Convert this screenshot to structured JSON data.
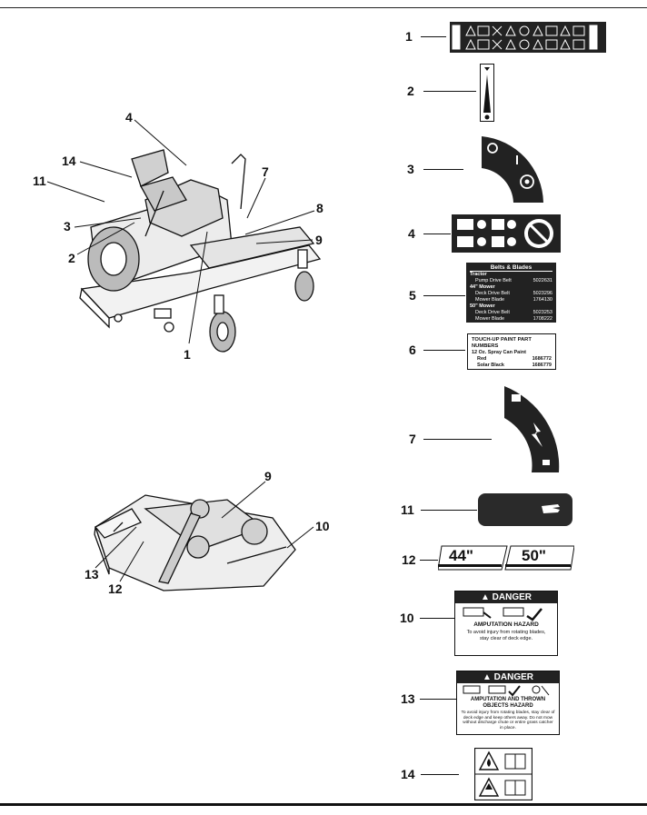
{
  "callouts_left_mower": [
    "4",
    "14",
    "11",
    "7",
    "3",
    "8",
    "2",
    "9",
    "1"
  ],
  "callouts_left_deck": [
    "9",
    "10",
    "13",
    "12"
  ],
  "decal_numbers": [
    "1",
    "2",
    "3",
    "4",
    "5",
    "6",
    "7",
    "11",
    "12",
    "10",
    "13",
    "14"
  ],
  "decal5": {
    "title": "Belts & Blades",
    "rows": [
      {
        "label": "Tractor",
        "value": ""
      },
      {
        "label": "Pump Drive Belt",
        "value": "5022631"
      },
      {
        "label": "44\" Mower",
        "value": ""
      },
      {
        "label": "Deck Drive Belt",
        "value": "5023296"
      },
      {
        "label": "Mower Blade",
        "value": "1764130"
      },
      {
        "label": "50\" Mower",
        "value": ""
      },
      {
        "label": "Deck Drive Belt",
        "value": "5023253"
      },
      {
        "label": "Mower Blade",
        "value": "1708222"
      }
    ]
  },
  "decal6": {
    "title": "TOUCH-UP PAINT PART NUMBERS",
    "subtitle": "12 Oz. Spray Can Paint",
    "rows": [
      {
        "label": "Red",
        "value": "1686772"
      },
      {
        "label": "Solar Black",
        "value": "1686779"
      }
    ]
  },
  "decal12": {
    "left": "44\"",
    "right": "50\""
  },
  "decal10": {
    "header": "DANGER",
    "hazard": "AMPUTATION HAZARD",
    "text": "To avoid injury from rotating blades, stay clear of deck edge."
  },
  "decal13": {
    "header": "DANGER",
    "hazard": "AMPUTATION AND THROWN OBJECTS HAZARD",
    "text": "To avoid injury from rotating blades, stay clear of deck edge and keep others away. Do not mow without discharge chute or entire grass catcher in place."
  },
  "colors": {
    "ink": "#111111",
    "decal_dark": "#222222",
    "paper": "#ffffff"
  }
}
